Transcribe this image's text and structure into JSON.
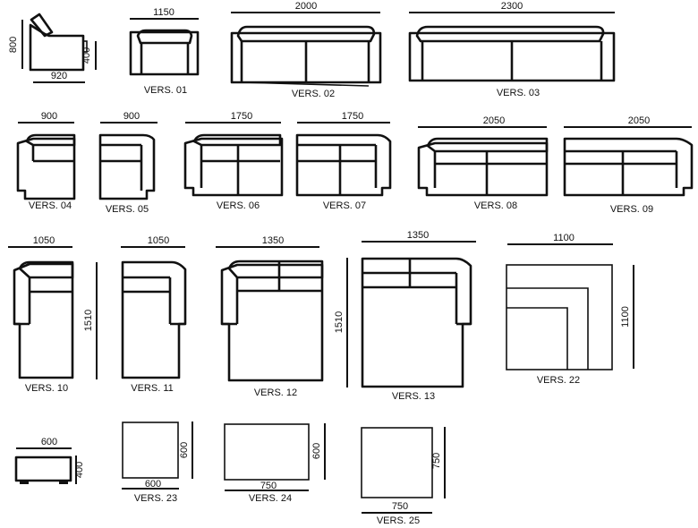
{
  "versions": [
    {
      "label": "VERS. 01",
      "width": "1150"
    },
    {
      "label": "VERS. 02",
      "width": "2000"
    },
    {
      "label": "VERS. 03",
      "width": "2300"
    },
    {
      "label": "VERS. 04",
      "width": "900"
    },
    {
      "label": "VERS. 05",
      "width": "900"
    },
    {
      "label": "VERS. 06",
      "width": "1750"
    },
    {
      "label": "VERS. 07",
      "width": "1750"
    },
    {
      "label": "VERS. 08",
      "width": "2050"
    },
    {
      "label": "VERS. 09",
      "width": "2050"
    },
    {
      "label": "VERS. 10",
      "width": "1050",
      "depth": "1510"
    },
    {
      "label": "VERS. 11",
      "width": "1050"
    },
    {
      "label": "VERS. 12",
      "width": "1350"
    },
    {
      "label": "VERS. 13",
      "width": "1350",
      "depth": "1510"
    },
    {
      "label": "VERS. 22",
      "width": "1100",
      "depth": "1100"
    },
    {
      "label": "VERS. 23",
      "width": "600",
      "depth": "600"
    },
    {
      "label": "VERS. 24",
      "width": "750",
      "depth": "600"
    },
    {
      "label": "VERS. 25",
      "width": "750",
      "depth": "750"
    }
  ],
  "side_view": {
    "height": "800",
    "depth": "920",
    "seat_height": "400"
  },
  "pouf": {
    "width": "600",
    "height": "400"
  }
}
